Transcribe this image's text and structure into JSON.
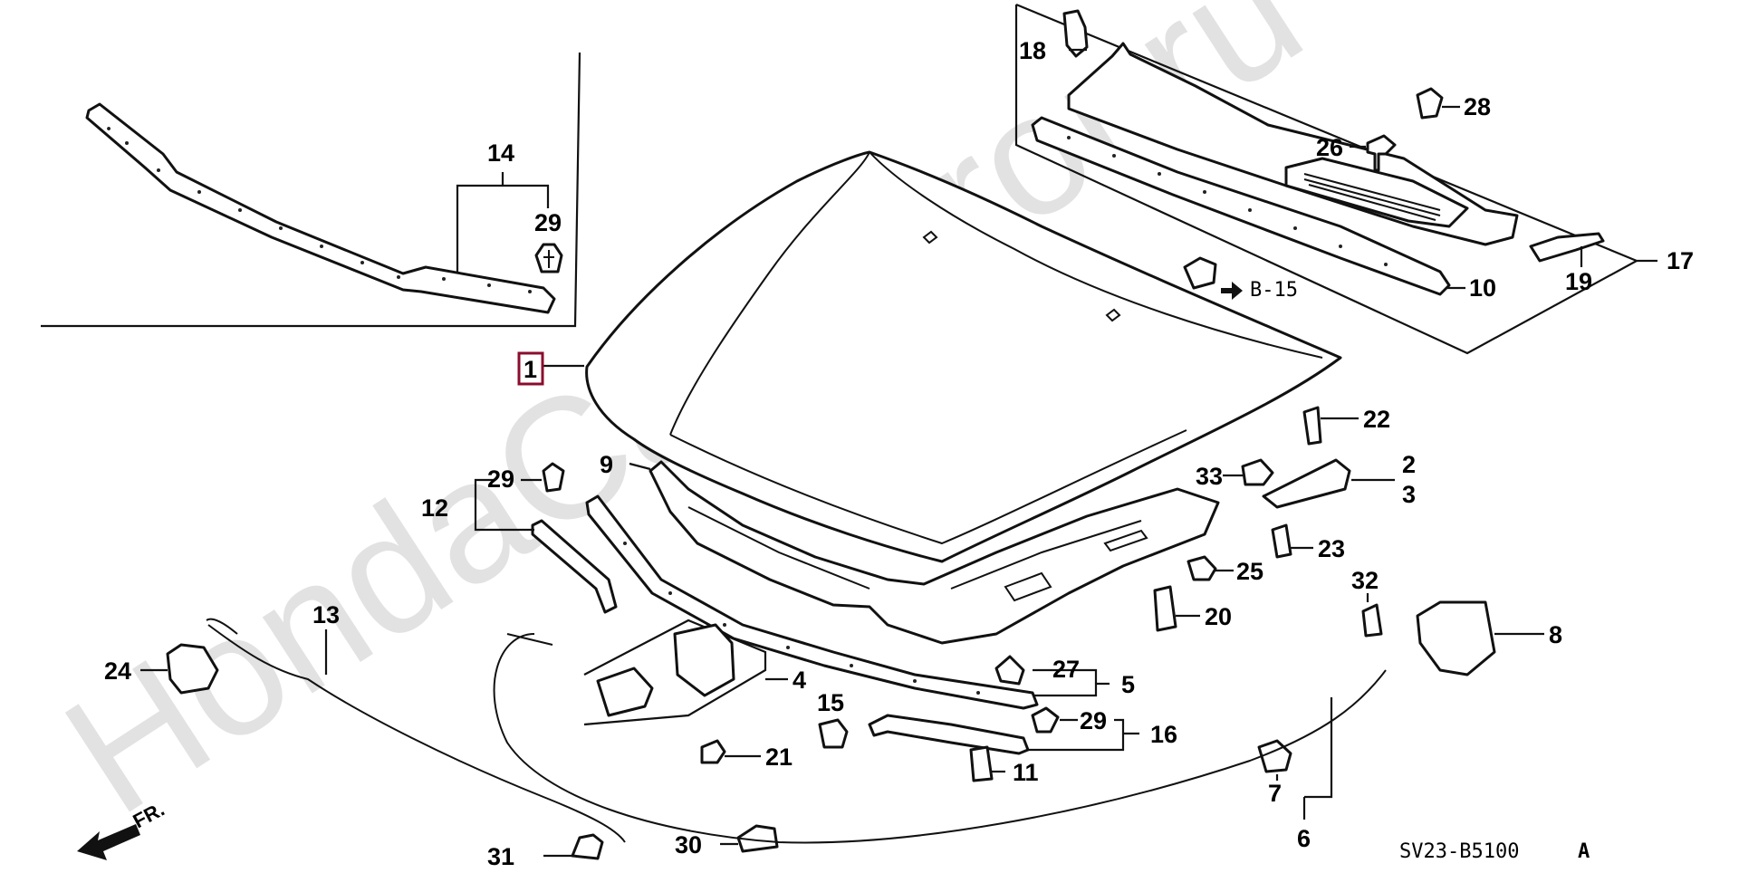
{
  "diagram": {
    "watermark": "HondaCarMirror.ru",
    "diagram_code": "SV23-B5100",
    "diagram_code_suffix": "A",
    "direction_label": "FR.",
    "reference_label": "B-15",
    "highlighted_part": "1",
    "callouts": {
      "p1": "1",
      "p2": "2",
      "p3": "3",
      "p4": "4",
      "p5": "5",
      "p6": "6",
      "p7": "7",
      "p8": "8",
      "p9": "9",
      "p10": "10",
      "p11": "11",
      "p12": "12",
      "p13": "13",
      "p14": "14",
      "p15": "15",
      "p16": "16",
      "p17": "17",
      "p18": "18",
      "p19": "19",
      "p20": "20",
      "p21": "21",
      "p22": "22",
      "p23": "23",
      "p24": "24",
      "p25": "25",
      "p26": "26",
      "p27": "27",
      "p28": "28",
      "p29a": "29",
      "p29b": "29",
      "p29c": "29",
      "p30": "30",
      "p31": "31",
      "p32": "32",
      "p33": "33"
    }
  }
}
